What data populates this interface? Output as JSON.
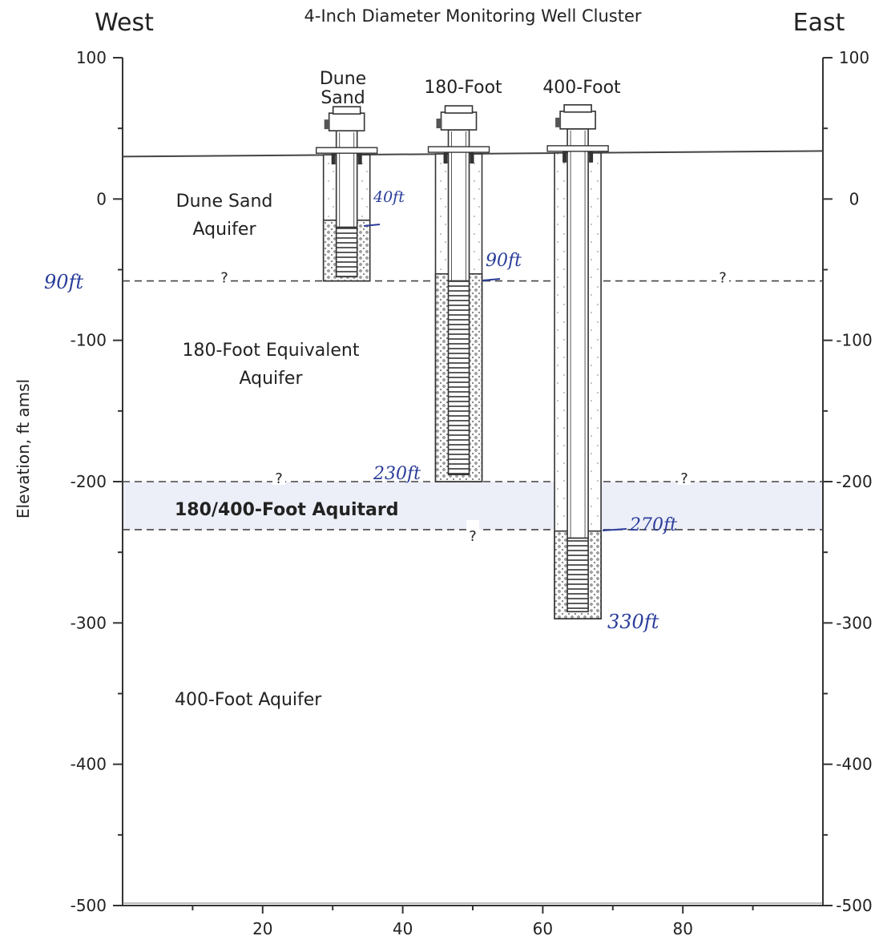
{
  "header": {
    "title": "4-Inch Diameter Monitoring Well Cluster",
    "west": "West",
    "east": "East"
  },
  "axes": {
    "ylabel": "Elevation, ft amsl",
    "y_ticks": [
      100,
      0,
      -100,
      -200,
      -300,
      -400,
      -500
    ],
    "y_tick_labels": [
      "100",
      "0",
      "-100",
      "-200",
      "-300",
      "-400",
      "-500"
    ],
    "x_ticks": [
      20,
      40,
      60,
      80
    ],
    "x_tick_labels": [
      "20",
      "40",
      "60",
      "80"
    ],
    "ylim": [
      -500,
      100
    ],
    "xlim": [
      0,
      100
    ]
  },
  "ground_surface": {
    "elevation_west": 30,
    "elevation_east": 34
  },
  "units": [
    {
      "name": "Dune Sand Aquifer",
      "lines": [
        "Dune Sand",
        "Aquifer"
      ]
    },
    {
      "name": "180-Foot Equivalent Aquifer",
      "lines": [
        "180-Foot Equivalent",
        "Aquifer"
      ]
    },
    {
      "name": "180/400-Foot Aquitard",
      "lines": [
        "180/400-Foot Aquitard"
      ]
    },
    {
      "name": "400-Foot Aquifer",
      "lines": [
        "400-Foot Aquifer"
      ]
    }
  ],
  "contacts": [
    {
      "elevation": -58,
      "marker": "?"
    },
    {
      "elevation": -200,
      "marker": "?"
    },
    {
      "elevation": -234,
      "marker": "?"
    }
  ],
  "wells": [
    {
      "name": "Dune Sand",
      "label_lines": [
        "Dune",
        "Sand"
      ],
      "x_center": 32,
      "screen_top": -20,
      "screen_bottom": -55,
      "bottom": -58
    },
    {
      "name": "180-Foot",
      "label_lines": [
        "180-Foot"
      ],
      "x_center": 48,
      "screen_top": -58,
      "screen_bottom": -195,
      "bottom": -200
    },
    {
      "name": "400-Foot",
      "label_lines": [
        "400-Foot"
      ],
      "x_center": 65,
      "screen_top": -240,
      "screen_bottom": -292,
      "bottom": -297
    }
  ],
  "annotations": {
    "dune_bottom_left": "90ft",
    "dune_screen": "40ft",
    "well180_top": "90ft",
    "well180_bottom": "230ft",
    "well400_top": "270ft",
    "well400_bottom": "330ft"
  },
  "colors": {
    "aquitard_fill": "#eceef8",
    "pen": "#2a3d9a",
    "line": "#333333"
  }
}
